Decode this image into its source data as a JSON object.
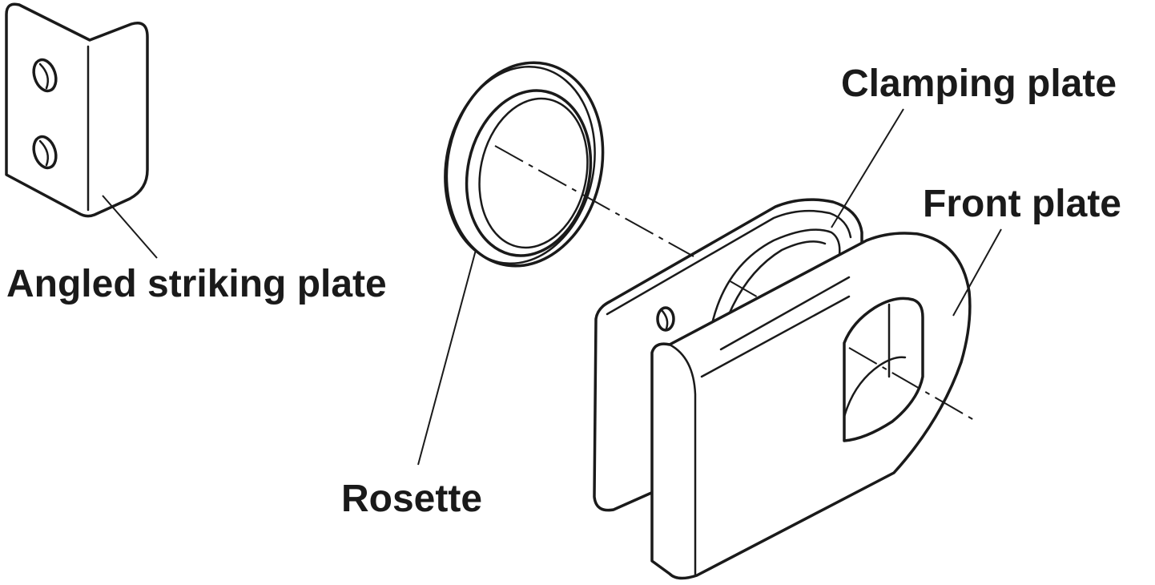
{
  "labels": {
    "angled_striking_plate": "Angled striking plate",
    "rosette": "Rosette",
    "clamping_plate": "Clamping plate",
    "front_plate": "Front plate"
  },
  "colors": {
    "line": "#1a1a1a",
    "background": "#ffffff"
  }
}
